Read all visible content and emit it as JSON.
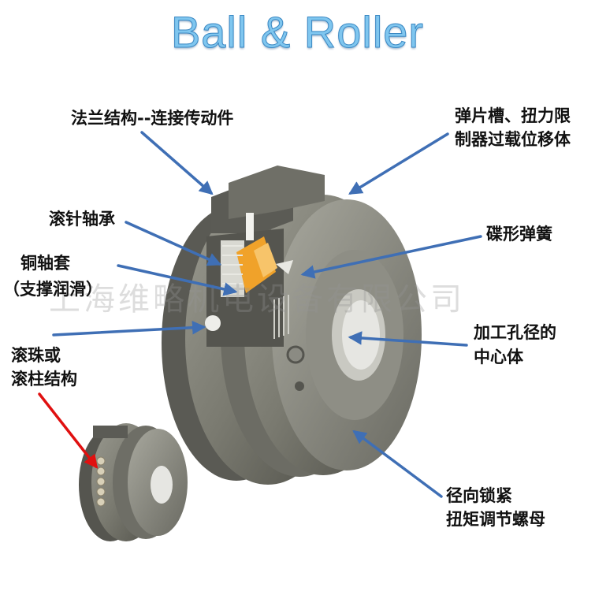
{
  "title": "Ball & Roller",
  "labels": {
    "flange": "法兰结构--连接传动件",
    "spring_slot_1": "弹片槽、扭力限",
    "spring_slot_2": "制器过载位移体",
    "needle_bearing": "滚针轴承",
    "disc_spring": "碟形弹簧",
    "copper_sleeve_1": "铜轴套",
    "copper_sleeve_2": "（支撑润滑）",
    "center_body_1": "加工孔径的",
    "center_body_2": "中心体",
    "ball_roller_1": "滚珠或",
    "ball_roller_2": "滚柱结构",
    "radial_nut_1": "径向锁紧",
    "radial_nut_2": "扭矩调节螺母"
  },
  "watermark": "上海维略机电设备有限公司",
  "colors": {
    "title": "#7fc6ef",
    "arrow_blue": "#3f6fb5",
    "arrow_red": "#e01010",
    "metal": "#7b7b72",
    "bronze": "#f0a22a"
  }
}
